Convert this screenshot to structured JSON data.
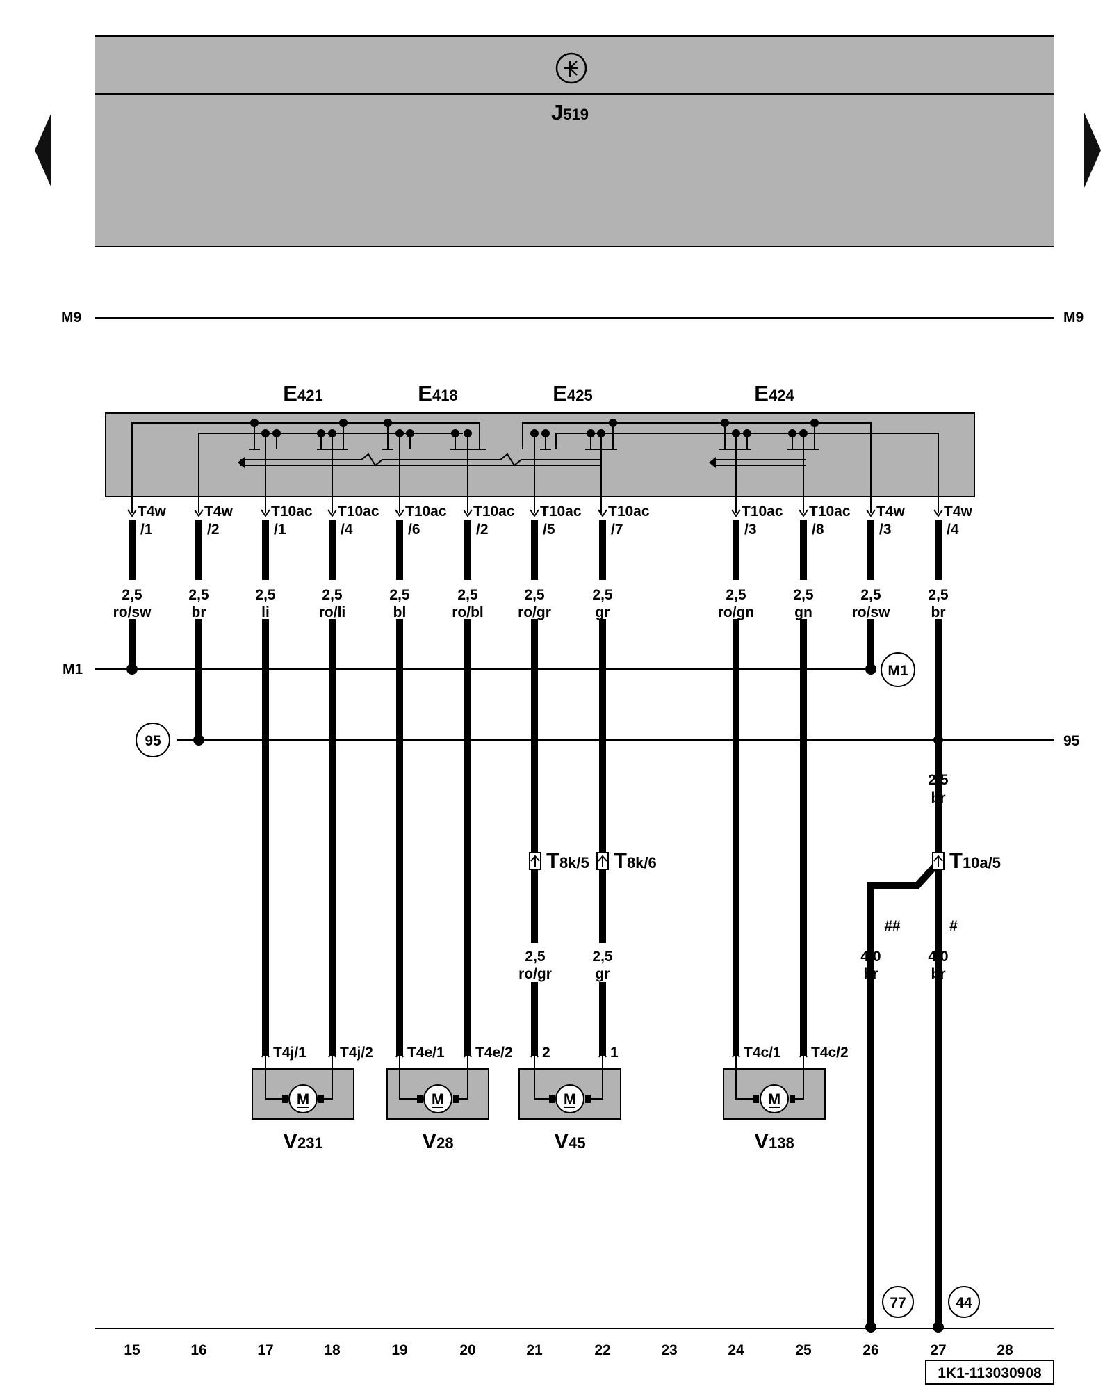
{
  "module": {
    "name": "J",
    "sub": "519"
  },
  "buses": {
    "m9_left": "M9",
    "m9_right": "M9",
    "m1_left": "M1",
    "m1_ref": "M1",
    "b95_ref": "95",
    "b95_right": "95"
  },
  "switch_labels": [
    {
      "name": "E",
      "sub": "421"
    },
    {
      "name": "E",
      "sub": "418"
    },
    {
      "name": "E",
      "sub": "425"
    },
    {
      "name": "E",
      "sub": "424"
    }
  ],
  "wires": [
    {
      "col": "15",
      "conn": "T4w",
      "pin": "/1",
      "gauge": "2,5",
      "color": "ro/sw"
    },
    {
      "col": "16",
      "conn": "T4w",
      "pin": "/2",
      "gauge": "2,5",
      "color": "br"
    },
    {
      "col": "17",
      "conn": "T10ac",
      "pin": "/1",
      "gauge": "2,5",
      "color": "li"
    },
    {
      "col": "18",
      "conn": "T10ac",
      "pin": "/4",
      "gauge": "2,5",
      "color": "ro/li"
    },
    {
      "col": "19",
      "conn": "T10ac",
      "pin": "/6",
      "gauge": "2,5",
      "color": "bl"
    },
    {
      "col": "20",
      "conn": "T10ac",
      "pin": "/2",
      "gauge": "2,5",
      "color": "ro/bl"
    },
    {
      "col": "21",
      "conn": "T10ac",
      "pin": "/5",
      "gauge": "2,5",
      "color": "ro/gr"
    },
    {
      "col": "22",
      "conn": "T10ac",
      "pin": "/7",
      "gauge": "2,5",
      "color": "gr"
    },
    {
      "col": "24",
      "conn": "T10ac",
      "pin": "/3",
      "gauge": "2,5",
      "color": "ro/gn"
    },
    {
      "col": "25",
      "conn": "T10ac",
      "pin": "/8",
      "gauge": "2,5",
      "color": "gn"
    },
    {
      "col": "26",
      "conn": "T4w",
      "pin": "/3",
      "gauge": "2,5",
      "color": "ro/sw"
    },
    {
      "col": "27",
      "conn": "T4w",
      "pin": "/4",
      "gauge": "2,5",
      "color": "br"
    }
  ],
  "inline_connectors": [
    {
      "name": "T",
      "sub": "8k/5"
    },
    {
      "name": "T",
      "sub": "8k/6"
    },
    {
      "name": "T",
      "sub": "10a/5"
    }
  ],
  "lower_wires": [
    {
      "gauge": "2,5",
      "color": "ro/gr"
    },
    {
      "gauge": "2,5",
      "color": "gr"
    },
    {
      "gauge": "2,5",
      "color": "br"
    },
    {
      "gauge": "4,0",
      "color": "br",
      "mark": "##"
    },
    {
      "gauge": "4,0",
      "color": "br",
      "mark": "#"
    }
  ],
  "motor_pins": [
    "T4j/1",
    "T4j/2",
    "T4e/1",
    "T4e/2",
    "2",
    "1",
    "T4c/1",
    "T4c/2"
  ],
  "motors": [
    {
      "name": "V",
      "sub": "231",
      "symbol": "M"
    },
    {
      "name": "V",
      "sub": "28",
      "symbol": "M"
    },
    {
      "name": "V",
      "sub": "45",
      "symbol": "M"
    },
    {
      "name": "V",
      "sub": "138",
      "symbol": "M"
    }
  ],
  "refs": [
    "77",
    "44"
  ],
  "columns": [
    "15",
    "16",
    "17",
    "18",
    "19",
    "20",
    "21",
    "22",
    "23",
    "24",
    "25",
    "26",
    "27",
    "28"
  ],
  "doc_id": "1K1-113030908"
}
